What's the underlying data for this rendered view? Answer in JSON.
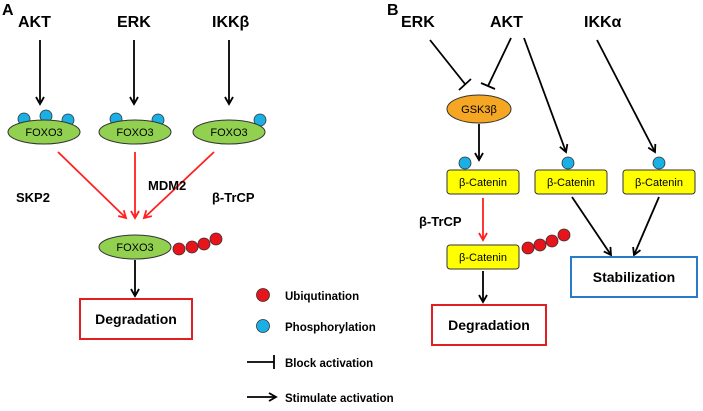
{
  "panelA": {
    "label": "A",
    "kinases": [
      "AKT",
      "ERK",
      "IKKβ"
    ],
    "foxo3": [
      "FOXO3",
      "FOXO3",
      "FOXO3"
    ],
    "ligases": [
      "SKP2",
      "MDM2",
      "β-TrCP"
    ],
    "ubiquitinated": "FOXO3",
    "outcome": "Degradation"
  },
  "panelB": {
    "label": "B",
    "kinases": [
      "ERK",
      "AKT",
      "IKKα"
    ],
    "gsk": "GSK3β",
    "catenins": [
      "β-Catenin",
      "β-Catenin",
      "β-Catenin"
    ],
    "ligase": "β-TrCP",
    "ubiquitinated": "β-Catenin",
    "degradation": "Degradation",
    "stabilization": "Stabilization"
  },
  "legend": {
    "ubiquitination": "Ubiqutination",
    "phosphorylation": "Phosphorylation",
    "block": "Block activation",
    "stimulate": "Stimulate activation"
  },
  "colors": {
    "foxo": "#92d050",
    "catenin": "#ffff00",
    "gsk": "#f5a623",
    "phospho": "#1ab0e6",
    "ubiquitin": "#e8141b",
    "red_arrow": "#ff2020",
    "degradation_border": "#e02020",
    "stabilization_border": "#2b79c9"
  }
}
